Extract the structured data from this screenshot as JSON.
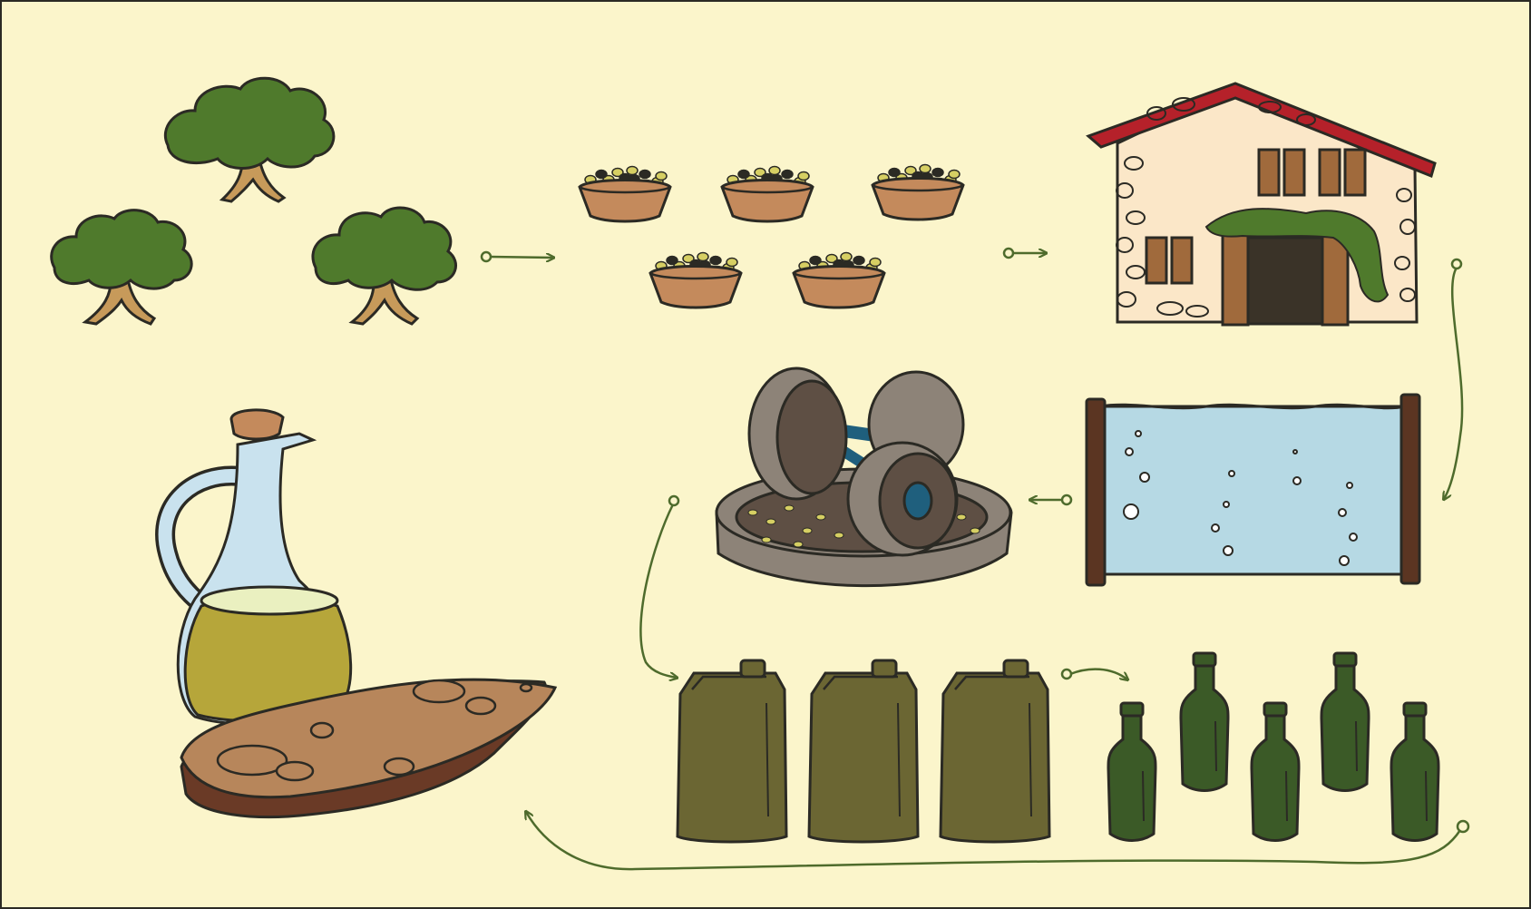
{
  "diagram": {
    "kind": "olive-oil-production-process",
    "stages": [
      {
        "id": "olive-trees",
        "icon": "olive-tree-icon",
        "count": 3
      },
      {
        "id": "harvested-olives",
        "icon": "olive-basket-icon",
        "count": 5
      },
      {
        "id": "farmhouse",
        "icon": "farmhouse-icon",
        "count": 1
      },
      {
        "id": "washing",
        "icon": "washing-tank-icon",
        "count": 1
      },
      {
        "id": "millstone-press",
        "icon": "millstone-icon",
        "count": 1
      },
      {
        "id": "canisters",
        "icon": "jerrycan-icon",
        "count": 3
      },
      {
        "id": "bottles",
        "icon": "bottle-icon",
        "count": 5
      },
      {
        "id": "oil-and-bread",
        "icon": "oil-jug-icon",
        "count": 1
      }
    ],
    "flow": [
      [
        "olive-trees",
        "harvested-olives"
      ],
      [
        "harvested-olives",
        "farmhouse"
      ],
      [
        "farmhouse",
        "washing"
      ],
      [
        "washing",
        "millstone-press"
      ],
      [
        "millstone-press",
        "canisters"
      ],
      [
        "canisters",
        "bottles"
      ],
      [
        "bottles",
        "oil-and-bread"
      ]
    ]
  },
  "colors": {
    "background": "#fbf5cb",
    "outline": "#2b2a24",
    "tree_green": "#4f7a2c",
    "tree_trunk": "#c79a5a",
    "olive_fill": "#d6cf63",
    "basket": "#c48a5c",
    "roof_red": "#b5212a",
    "wall": "#fbe7c8",
    "shutter": "#a06a3c",
    "water": "#b6d9e4",
    "tank_frame": "#5b3522",
    "stone": "#8d8378",
    "stone_dark": "#5e4f44",
    "axle_blue": "#1f5f7d",
    "canister": "#6b6633",
    "bottle": "#3b5a27",
    "oil": "#b6a63a",
    "glass": "#c9e2ee",
    "bread": "#b7865b",
    "bread_crust": "#6a3a26",
    "arrow": "#4e6b2c"
  }
}
